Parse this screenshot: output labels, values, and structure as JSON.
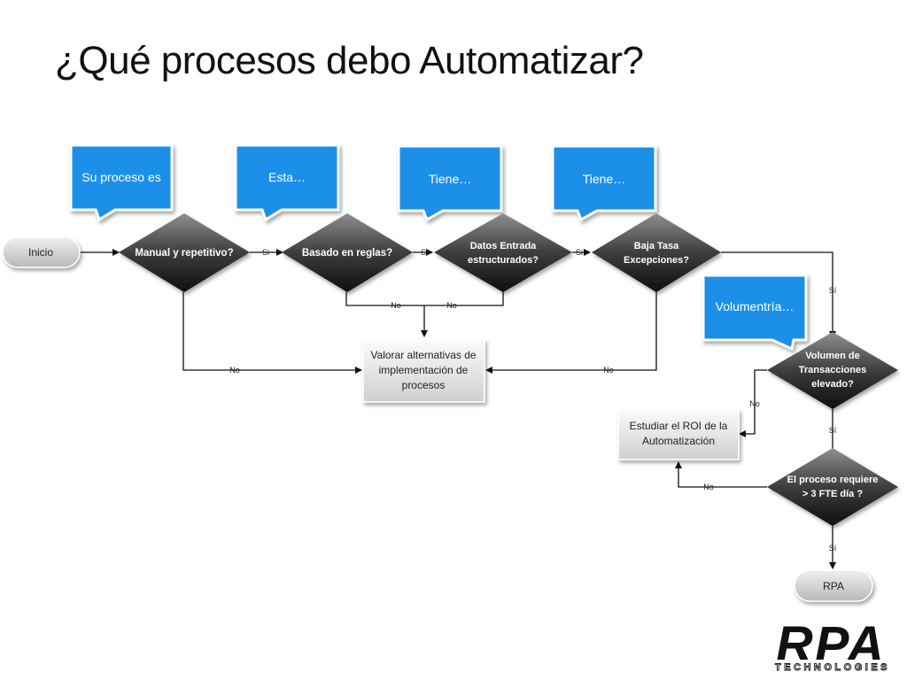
{
  "title": "¿Qué procesos debo Automatizar?",
  "callouts": {
    "c1": "Su proceso es",
    "c2": "Esta…",
    "c3": "Tiene…",
    "c4": "Tiene…",
    "c5": "Volumentría…"
  },
  "nodes": {
    "inicio": "Inicio",
    "manual": "Manual y repetitivo?",
    "reglas": "Basado en reglas?",
    "datos_l1": "Datos Entrada",
    "datos_l2": "estructurados?",
    "baja_l1": "Baja Tasa",
    "baja_l2": "Excepciones?",
    "valorar_l1": "Valorar alternativas de",
    "valorar_l2": "implementación de",
    "valorar_l3": "procesos",
    "volumen_l1": "Volumen de",
    "volumen_l2": "Transacciones",
    "volumen_l3": "elevado?",
    "estudiar_l1": "Estudiar el ROI de la",
    "estudiar_l2": "Automatización",
    "fte_l1": "El proceso requiere",
    "fte_l2": "> 3 FTE día ?",
    "rpa": "RPA"
  },
  "edges": {
    "si1": "Si",
    "si2": "Si",
    "si3": "Si",
    "si4": "Sí",
    "si5": "Sí",
    "si6": "Sí",
    "no1": "No",
    "no2": "No",
    "no3": "No",
    "no4": "No",
    "no5": "No",
    "no6": "No"
  },
  "logo": {
    "main": "RPA",
    "sub": "TECHNOLOGIES"
  },
  "colors": {
    "callout": "#1E90E8",
    "diamond_top": "#8a8a8a",
    "diamond_bottom": "#111111",
    "box": "#e8e8e8",
    "pill": "#d6d6d6"
  }
}
